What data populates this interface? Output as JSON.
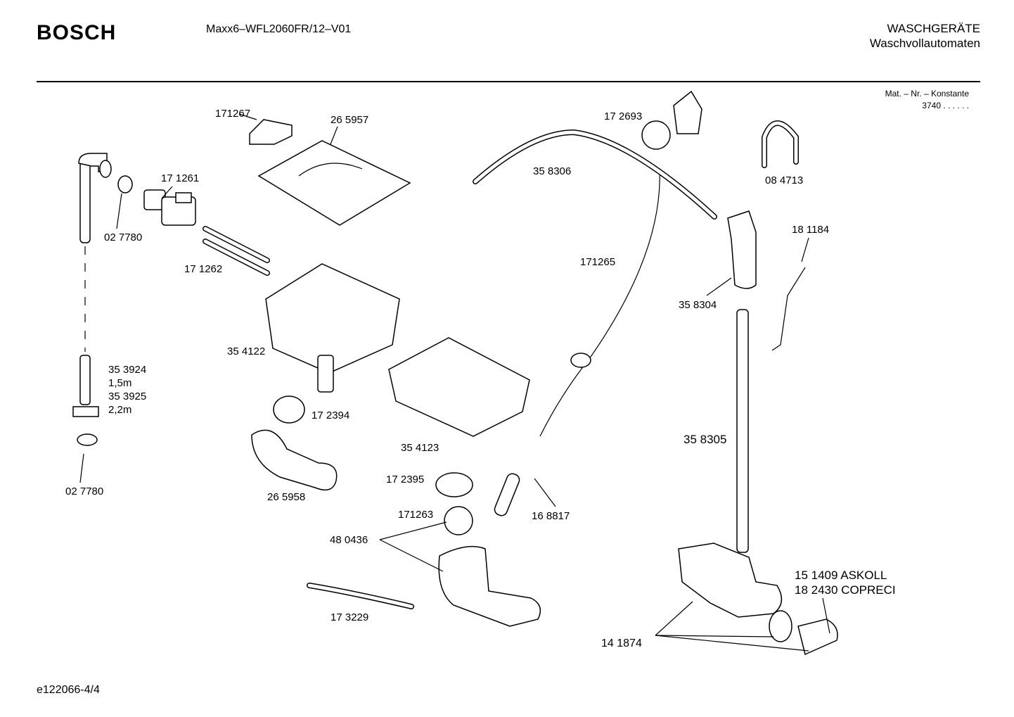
{
  "header": {
    "brand": "BOSCH",
    "model": "Maxx6–WFL2060FR/12–V01",
    "category_line1": "WASCHGERÄTE",
    "category_line2": "Waschvollautomaten"
  },
  "constant": {
    "label": "Mat. – Nr. – Konstante",
    "value": "3740  .  .  .  .  .  ."
  },
  "footer": {
    "code": "e122066-4/4"
  },
  "labels": {
    "p171267": "171267",
    "p265957": "26 5957",
    "p171261": "17 1261",
    "p027780a": "02 7780",
    "p171262": "17 1262",
    "p354122": "35 4122",
    "p353924": "35 3924",
    "len15": "1,5m",
    "p353925": "35 3925",
    "len22": "2,2m",
    "p027780b": "02 7780",
    "p172394": "17 2394",
    "p265958": "26 5958",
    "p354123": "35 4123",
    "p172395": "17 2395",
    "p171263": "171263",
    "p480436": "48 0436",
    "p173229": "17 3229",
    "p168817": "16 8817",
    "p358306": "35 8306",
    "p172693": "17 2693",
    "p171265": "171265",
    "p084713": "08 4713",
    "p181184": "18 1184",
    "p358304": "35 8304",
    "p358305": "35 8305",
    "p151409": "15 1409  ASKOLL",
    "p182430": "18 2430  COPRECI",
    "p141874": "14 1874"
  }
}
